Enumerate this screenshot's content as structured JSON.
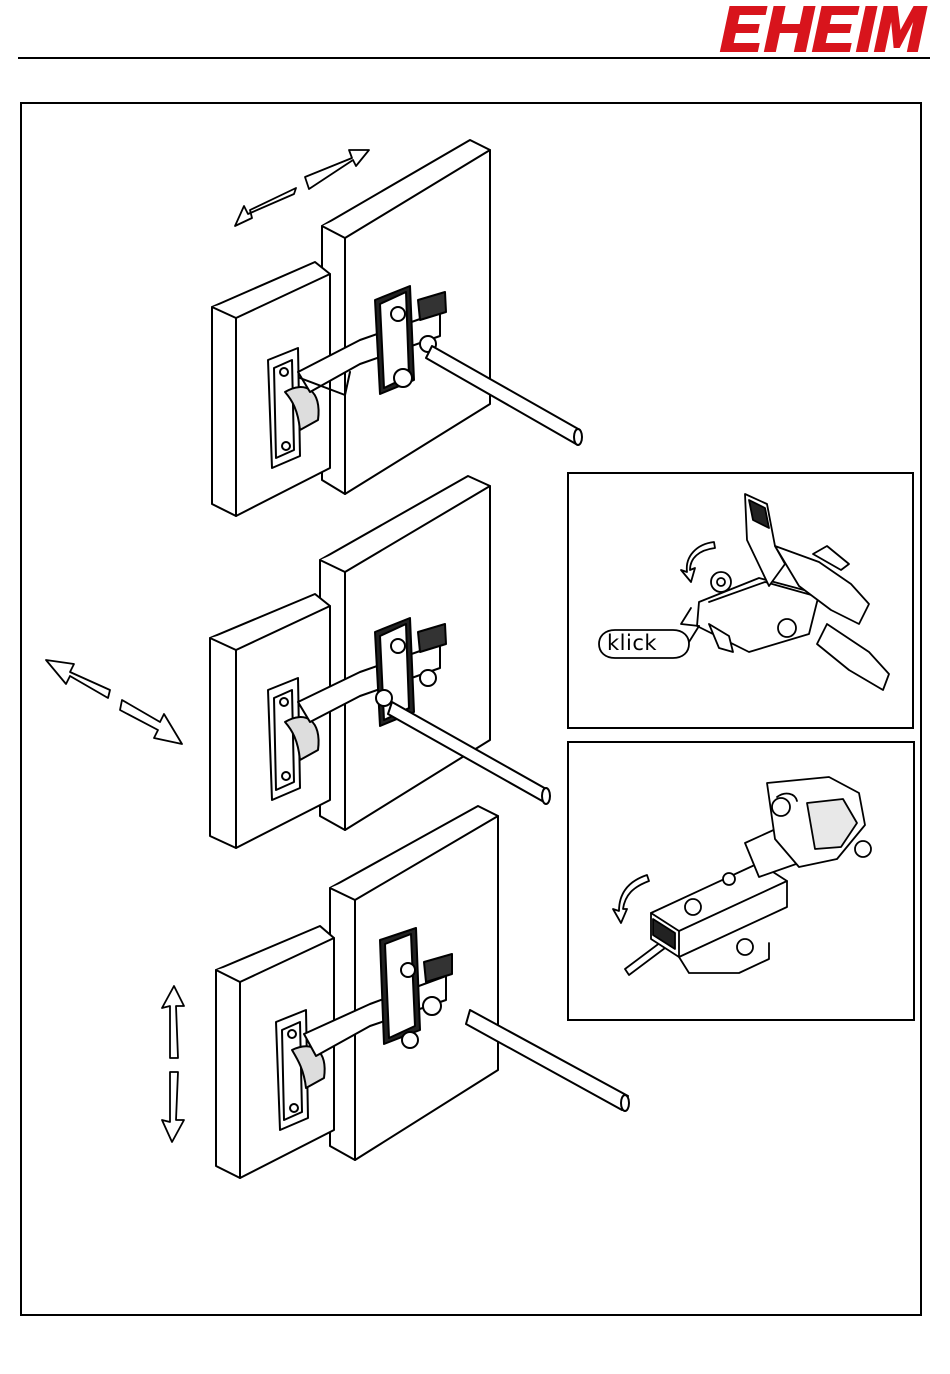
{
  "header": {
    "brand_logo": "EHEIM",
    "brand_color": "#d8141c"
  },
  "figures": {
    "main_steps_count": 3,
    "insets": [
      {
        "callout_text": "klick"
      },
      {
        "callout_text": ""
      }
    ]
  },
  "icons": [
    "double-arrow-icon",
    "rotate-arrow-icon",
    "screwdriver"
  ]
}
